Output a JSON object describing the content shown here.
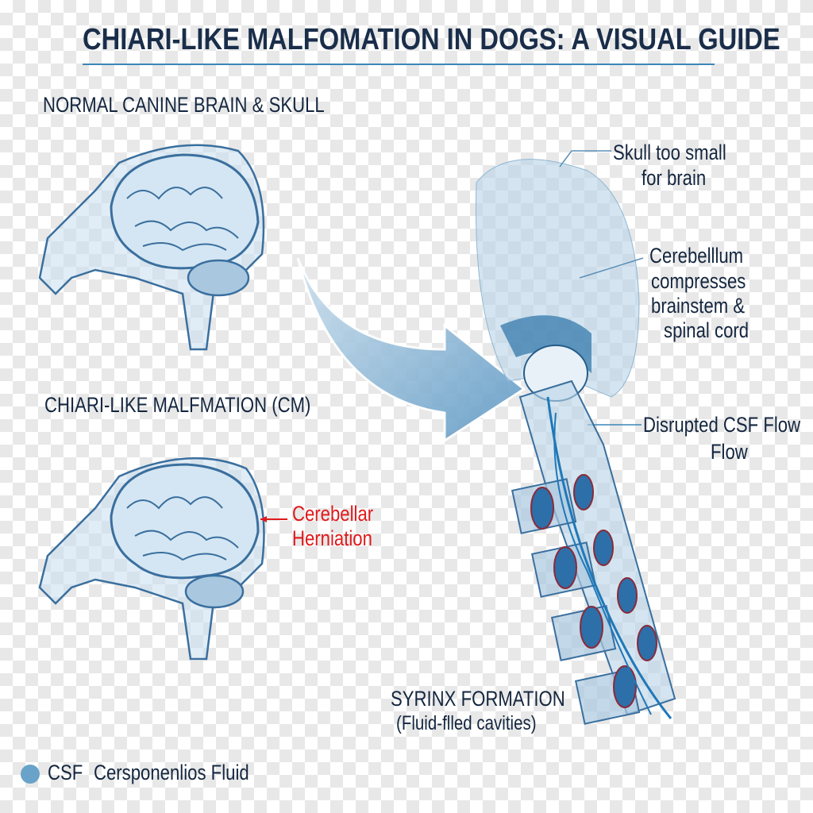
{
  "title": "CHIARI-LIKE MALFOMATION IN DOGS: A VISUAL GUIDE",
  "sections": {
    "normal": "NORMAL CANINE BRAIN & SKULL",
    "cm": "CHIARI-LIKE MALFMATION (CM)"
  },
  "annotations": {
    "herniation": [
      "Cerebellar",
      "Herniation"
    ],
    "skull": [
      "Skull too small",
      "for brain"
    ],
    "cerebellum": [
      "Cerebelllum",
      "compresses",
      "brainstem &",
      "spinal cord"
    ],
    "csf": [
      "Disrupted CSF Flow",
      "Flow"
    ],
    "syrinx": [
      "SYRINX FORMATION",
      "(Fluid-flled cavities)"
    ]
  },
  "legend": {
    "abbr": "CSF",
    "label": "Cersponenlios Fluid",
    "color": "#6aa3c9"
  },
  "colors": {
    "accent": "#3a86b8",
    "herniation": "#e0191b",
    "text": "#14263f"
  }
}
